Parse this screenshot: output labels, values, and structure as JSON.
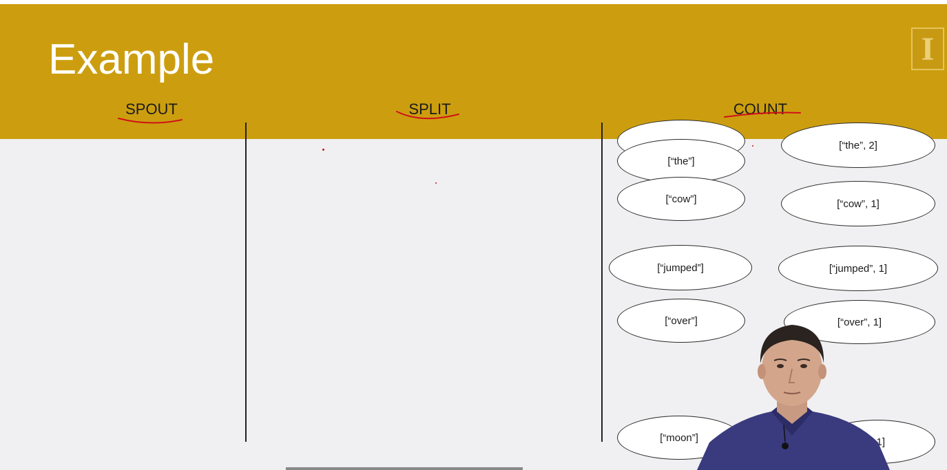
{
  "slide": {
    "title": "Example",
    "logo_letter": "I",
    "columns": [
      {
        "label": "SPOUT"
      },
      {
        "label": "SPLIT"
      },
      {
        "label": "COUNT"
      }
    ],
    "split_tuples": [
      {
        "label": ""
      },
      {
        "label": "[“the”]"
      },
      {
        "label": "[“cow”]"
      },
      {
        "label": "[“jumped”]"
      },
      {
        "label": "[“over”]"
      },
      {
        "label": "[“moon”]"
      }
    ],
    "count_tuples": [
      {
        "label": "[“the”, 2]"
      },
      {
        "label": "[“cow”, 1]"
      },
      {
        "label": "[“jumped”, 1]"
      },
      {
        "label": "[“over”, 1]"
      },
      {
        "label": "1]"
      }
    ]
  },
  "colors": {
    "banner": "#cc9e0f",
    "annotation_ink": "#d01018",
    "background": "#f0f0f2"
  }
}
